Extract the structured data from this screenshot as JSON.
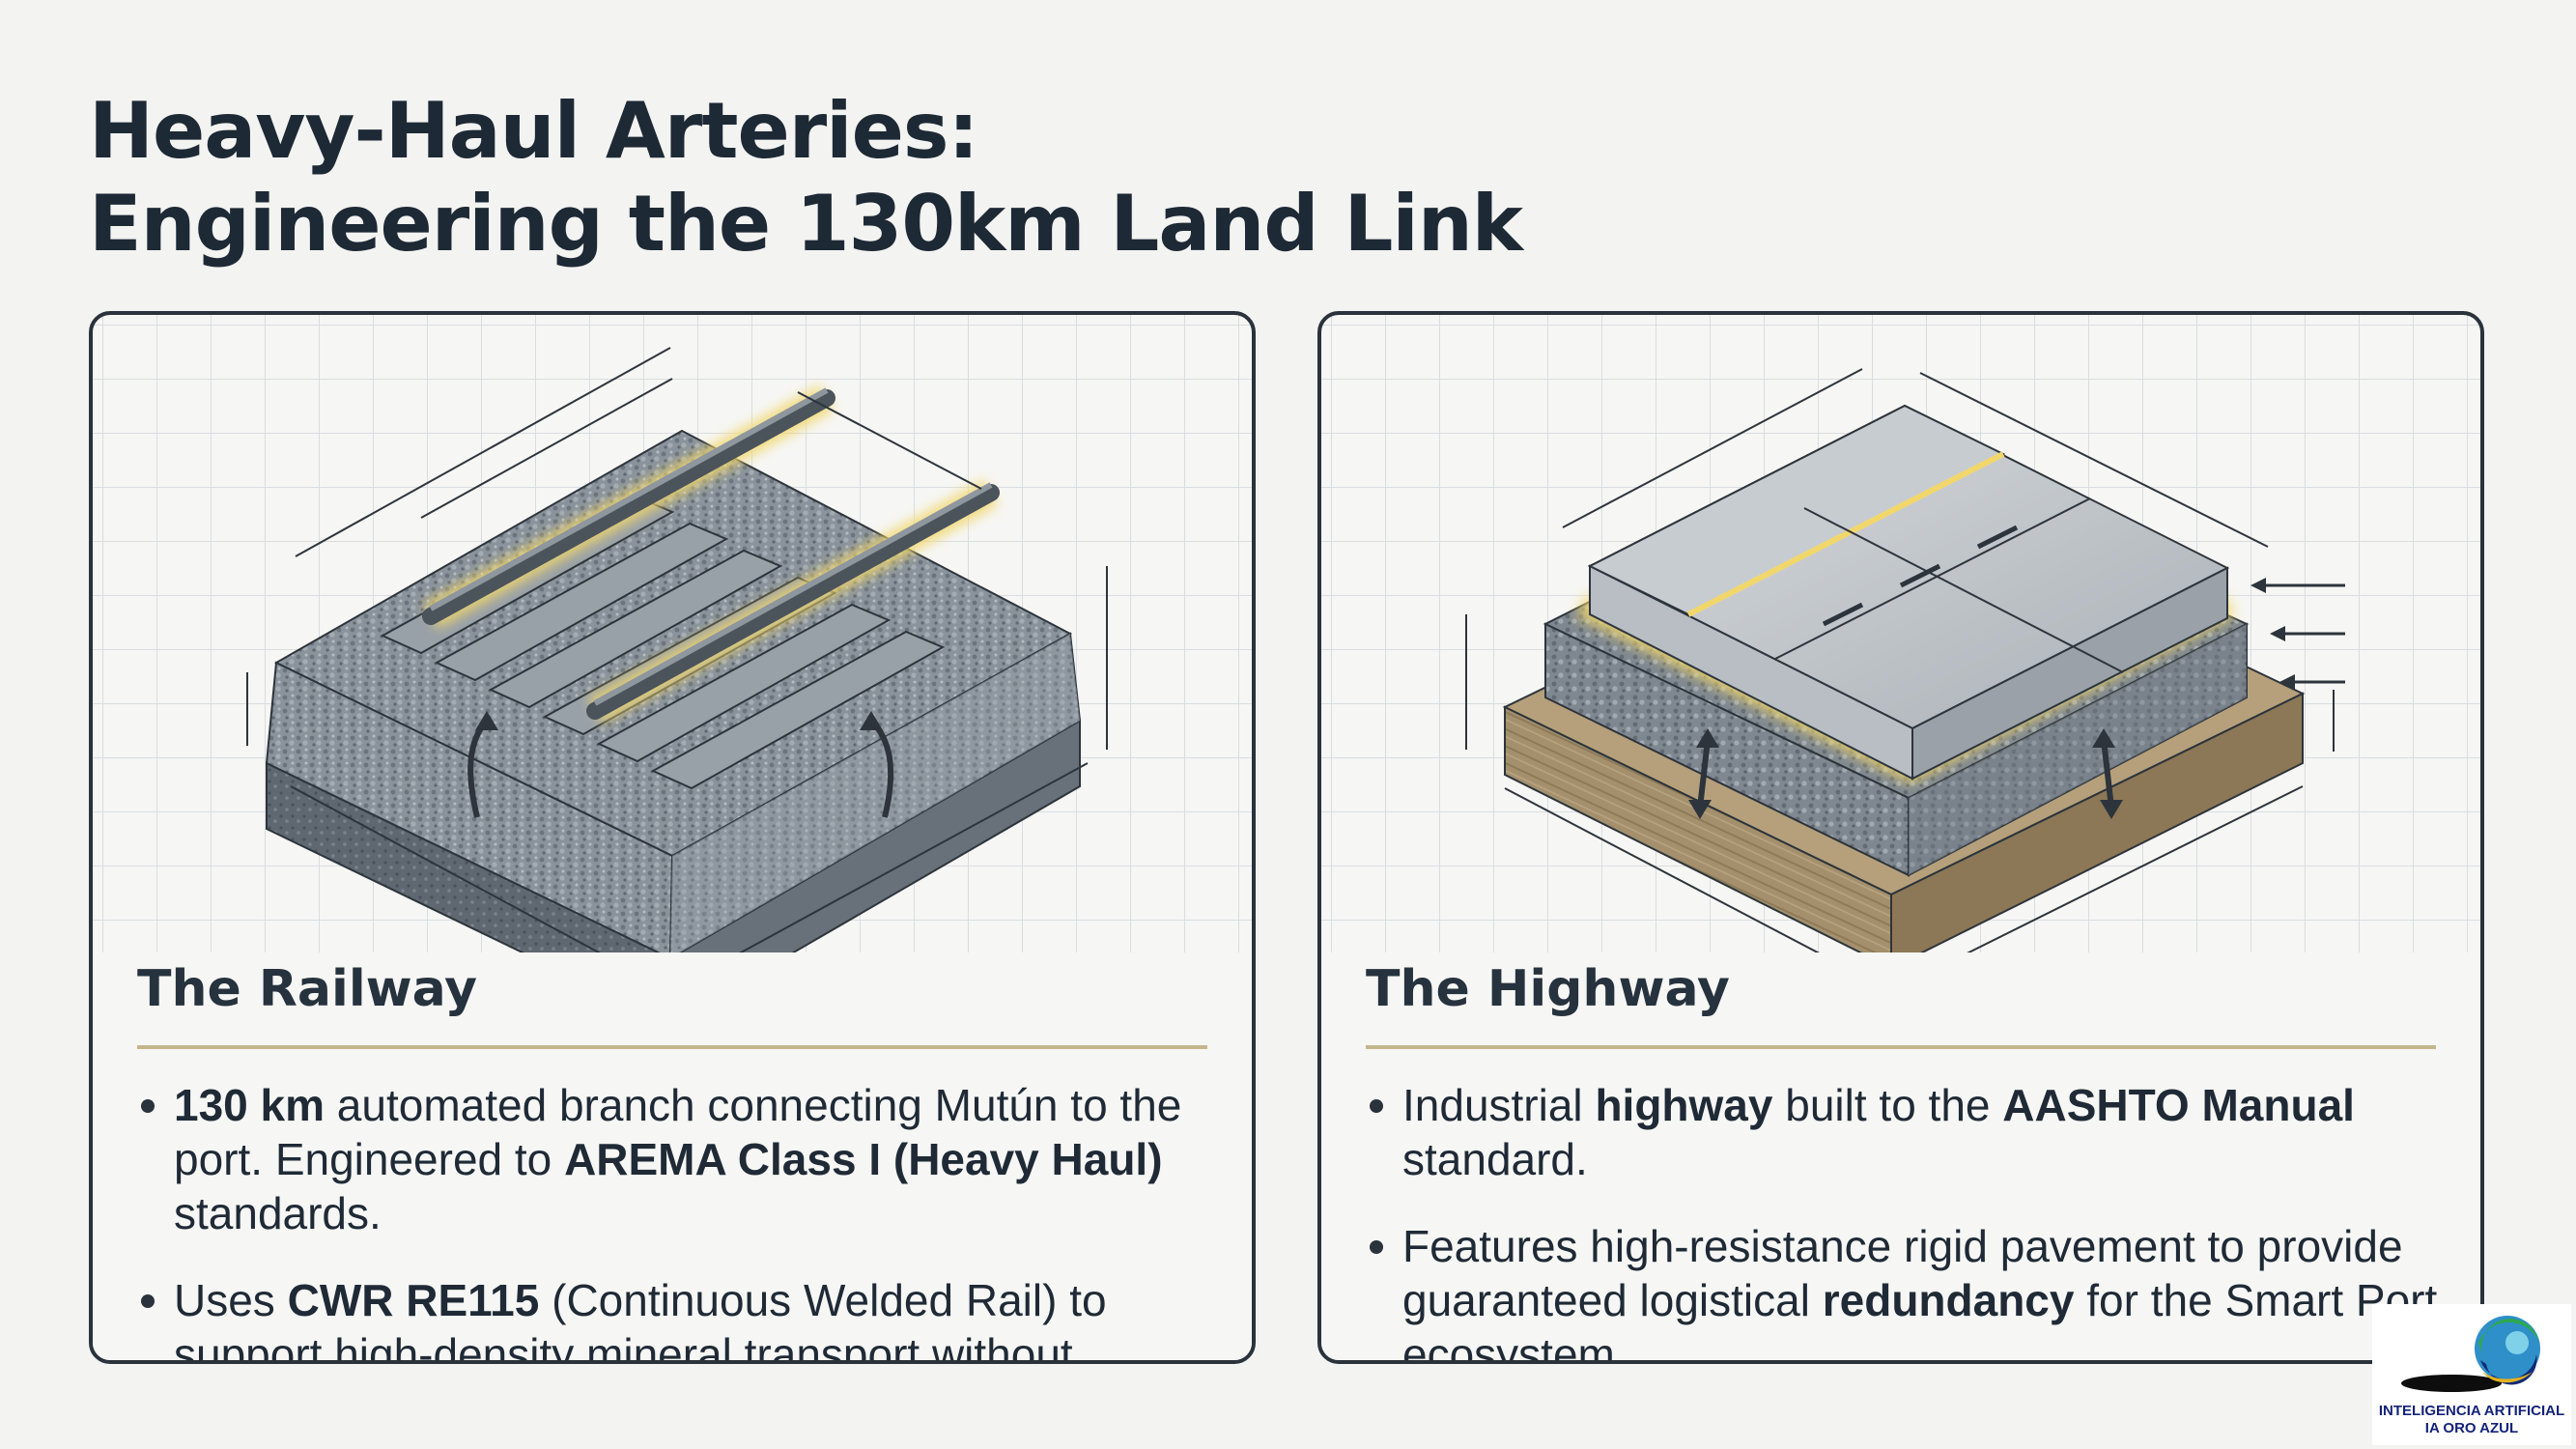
{
  "title": {
    "line1": "Heavy-Haul Arteries:",
    "line2": "Engineering the 130km Land Link"
  },
  "railway": {
    "heading": "The Railway",
    "bullets": [
      [
        {
          "t": "130 km",
          "b": true
        },
        {
          "t": " automated branch connecting Mutún to the port. Engineered to ",
          "b": false
        },
        {
          "t": "AREMA Class I (Heavy Haul)",
          "b": true
        },
        {
          "t": " standards.",
          "b": false
        }
      ],
      [
        {
          "t": "Uses ",
          "b": false
        },
        {
          "t": "CWR RE115",
          "b": true
        },
        {
          "t": " (Continuous Welded Rail) to support high-density mineral transport without degradation.",
          "b": false
        }
      ]
    ]
  },
  "highway": {
    "heading": "The Highway",
    "bullets": [
      [
        {
          "t": "Industrial ",
          "b": false
        },
        {
          "t": "highway",
          "b": true
        },
        {
          "t": " built to the ",
          "b": false
        },
        {
          "t": "AASHTO Manual",
          "b": true
        },
        {
          "t": " standard.",
          "b": false
        }
      ],
      [
        {
          "t": "Features high-resistance rigid pavement to provide guaranteed logistical ",
          "b": false
        },
        {
          "t": "redundancy",
          "b": true
        },
        {
          "t": " for the Smart Port ecosystem.",
          "b": false
        }
      ]
    ]
  },
  "logo": {
    "line1": "INTELIGENCIA ARTIFICIAL",
    "line2": "IA ORO AZUL",
    "icon": "swirl-globe-logo"
  },
  "colors": {
    "title": "#1d2935",
    "panel_border": "#2a323c",
    "rule": "#c4b68c",
    "gravel": "#7d8791",
    "rail": "#5d646c",
    "concrete": "#bfc4c9",
    "soil": "#a28d6a",
    "glow": "#f1d76b",
    "logo_text": "#14237a"
  }
}
